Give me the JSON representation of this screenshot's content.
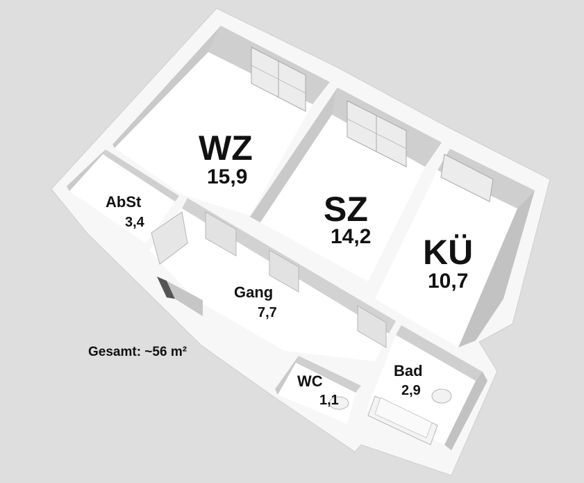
{
  "rooms": {
    "wz": {
      "name": "WZ",
      "area": "15,9"
    },
    "sz": {
      "name": "SZ",
      "area": "14,2"
    },
    "ku": {
      "name": "KÜ",
      "area": "10,7"
    },
    "abst": {
      "name": "AbSt",
      "area": "3,4"
    },
    "gang": {
      "name": "Gang",
      "area": "7,7"
    },
    "wc": {
      "name": "WC",
      "area": "1,1"
    },
    "bad": {
      "name": "Bad",
      "area": "2,9"
    }
  },
  "total": "Gesamt: ~56 m²",
  "colors": {
    "background": "#dedede",
    "wall_top": "#ffffff",
    "wall_side": "#d4d4d4",
    "floor": "#ffffff",
    "label": "#111111"
  }
}
